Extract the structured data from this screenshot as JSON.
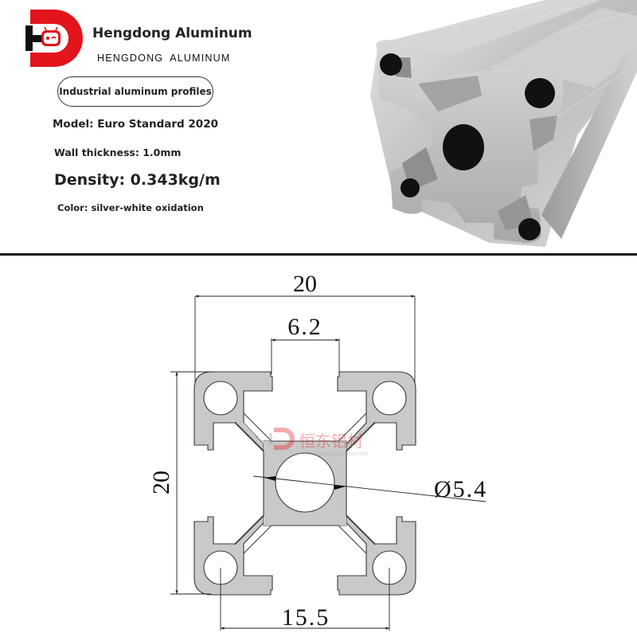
{
  "header": {
    "brand_name": "Hengdong Aluminum",
    "brand_name_caps": "HENGDONG  ALUMINUM",
    "logo_letters": "HD",
    "category_pill": "Industrial aluminum profiles"
  },
  "specs": {
    "model": "Model: Euro Standard 2020",
    "wall_thickness": "Wall thickness: 1.0mm",
    "density": "Density: 0.343kg/m",
    "color": "Color: silver-white oxidation"
  },
  "drawing": {
    "width_label": "20",
    "slot_width_label": "6.2",
    "height_label": "20",
    "bore_label": "Ø5.4",
    "hole_spacing_label": "15.5",
    "watermark_cn": "恒东铝材",
    "watermark_en": "HENGDONG ALUMINUM"
  },
  "colors": {
    "brand_red": "#e3141c",
    "logo_black": "#111111",
    "profile_fill": "#c9c9c9",
    "profile_stroke": "#3a3a3a",
    "divider": "#111111"
  }
}
